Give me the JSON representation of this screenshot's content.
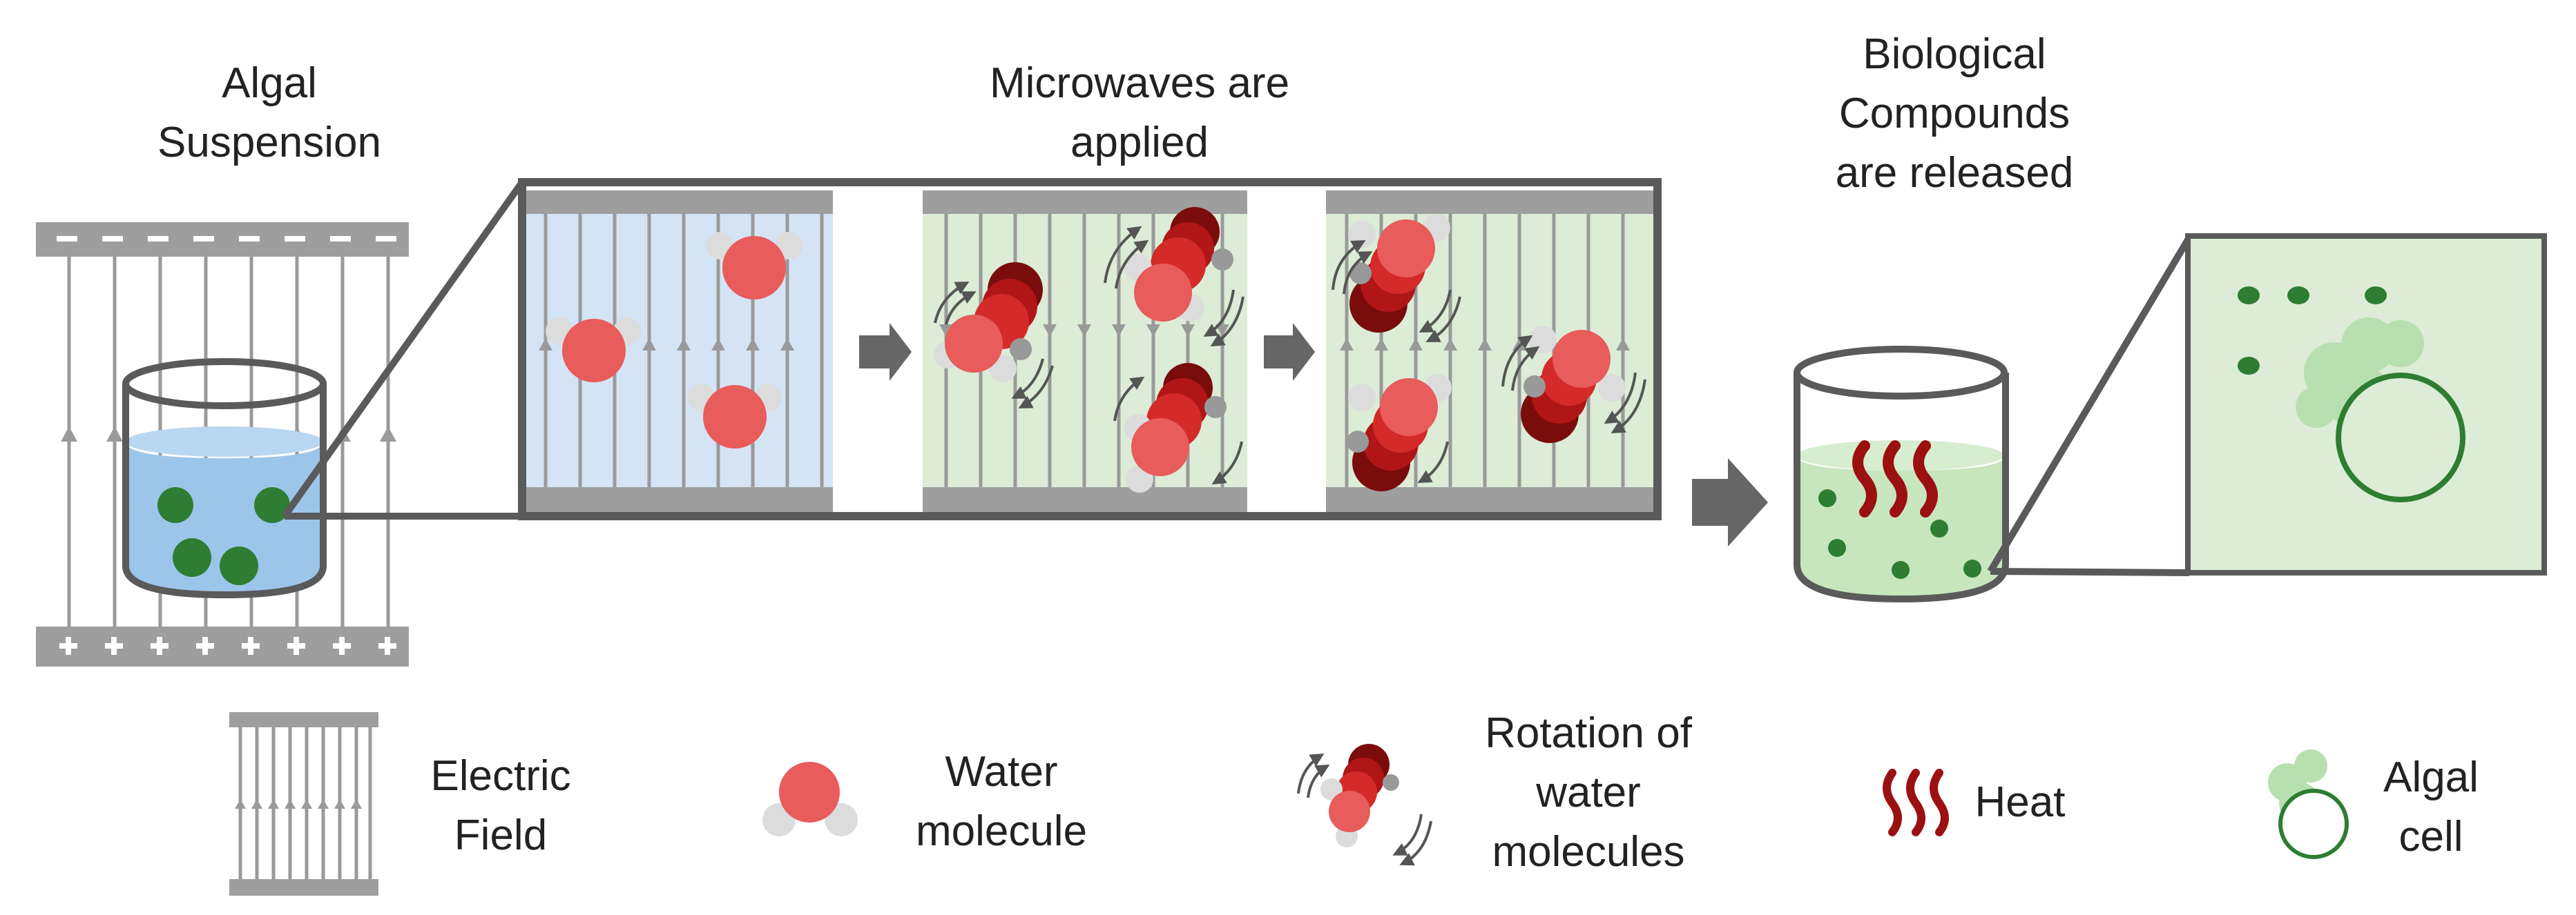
{
  "labels": {
    "algal_suspension": [
      "Algal",
      "Suspension"
    ],
    "microwaves": [
      "Microwaves are",
      "applied"
    ],
    "compounds": [
      "Biological",
      "Compounds",
      "are released"
    ]
  },
  "legend": {
    "electric_field": [
      "Electric",
      "Field"
    ],
    "water_molecule": [
      "Water",
      "molecule"
    ],
    "rotation": [
      "Rotation of",
      "water",
      "molecules"
    ],
    "heat": "Heat",
    "algal_cell": [
      "Algal",
      "cell"
    ]
  },
  "colors": {
    "frame_gray": "#5a5a5a",
    "plate_gray": "#9e9e9e",
    "field_line": "#9a9a9a",
    "blue_panel": "#d4e4f5",
    "green_panel": "#dcecd6",
    "water_red": "#e85c5c",
    "water_hydrogen": "#dcdcdc",
    "dark_red": "#9b1010",
    "algae_green": "#2e7d32",
    "algal_cell_green": "#b8dfb0",
    "liquid_blue": "#9cc5ea",
    "liquid_green": "#c7e6bd",
    "arrow_gray": "#666666"
  }
}
